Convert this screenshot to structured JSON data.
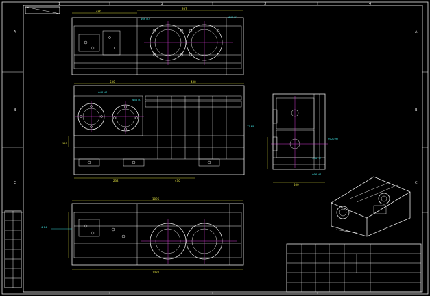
{
  "sheet": {
    "top_label": "",
    "col_markers": [
      "1",
      "2",
      "3",
      "4"
    ],
    "row_markers": [
      "A",
      "B",
      "C"
    ]
  },
  "title_block": {
    "title": "",
    "drawing_number": "",
    "scale": "",
    "material": ""
  },
  "dimensions": {
    "top_view": [
      "486",
      "937",
      "Φ56 H7",
      "Φ48 H7"
    ],
    "front_view": [
      "Φ48 H7",
      "530",
      "438",
      "Φ56 H7",
      "12-M8",
      "120",
      "232",
      "470"
    ],
    "side_view": [
      "Φ120 H7",
      "Φ48 H7",
      "Φ56 H7",
      "400"
    ],
    "bottom_view": [
      "1096",
      "1020",
      "Φ 24"
    ]
  }
}
